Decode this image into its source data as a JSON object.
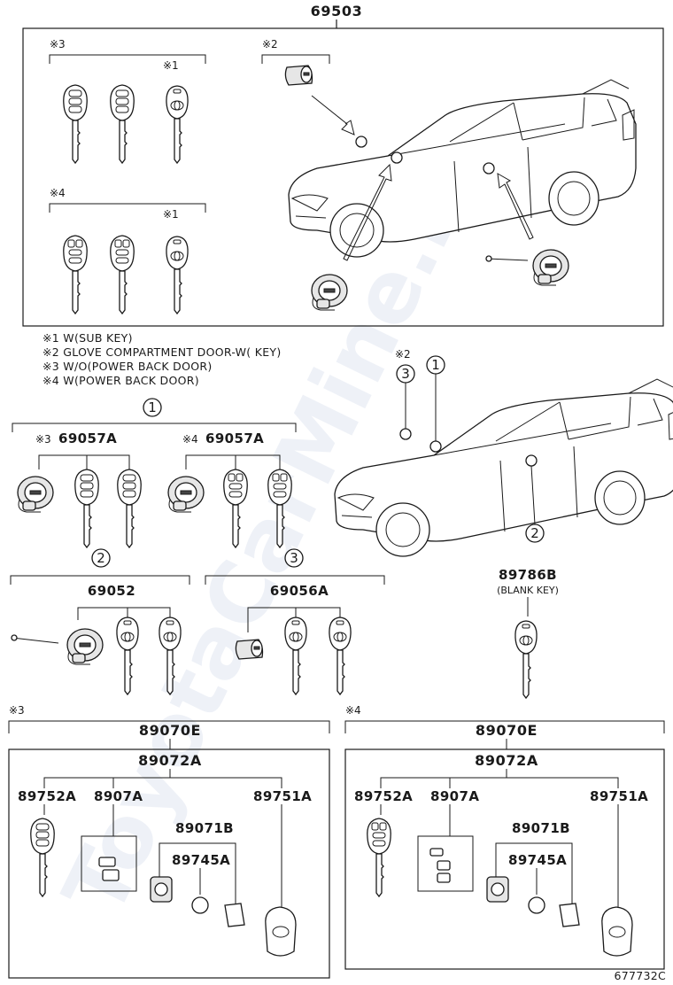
{
  "diagram": {
    "top_part": "69503",
    "tags": {
      "t1": "※1",
      "t2": "※2",
      "t3": "※3",
      "t4": "※4"
    },
    "notes": [
      "※1 W(SUB KEY)",
      "※2 GLOVE COMPARTMENT  DOOR-W( KEY)",
      "※3 W/O(POWER BACK DOOR)",
      "※4 W(POWER BACK DOOR)"
    ],
    "callouts": {
      "c1": "1",
      "c2": "2",
      "c3": "3"
    },
    "mid": {
      "set_a_tag": "※3",
      "set_a": "69057A",
      "set_b_tag": "※4",
      "set_b": "69057A",
      "p2": "69052",
      "p3": "69056A",
      "blank_key": "89786B",
      "blank_key_note": "(BLANK KEY)"
    },
    "left_box": {
      "tag": "※3",
      "assy": "89070E",
      "sub": "89072A",
      "p_a": "89752A",
      "p_b": "8907A",
      "p_c": "89751A",
      "p_d": "89071B",
      "p_e": "89745A"
    },
    "right_box": {
      "tag": "※4",
      "assy": "89070E",
      "sub": "89072A",
      "p_a": "89752A",
      "p_b": "8907A",
      "p_c": "89751A",
      "p_d": "89071B",
      "p_e": "89745A"
    },
    "figure_id": "677732C",
    "watermark": "ToyotaCarMine.ru"
  }
}
